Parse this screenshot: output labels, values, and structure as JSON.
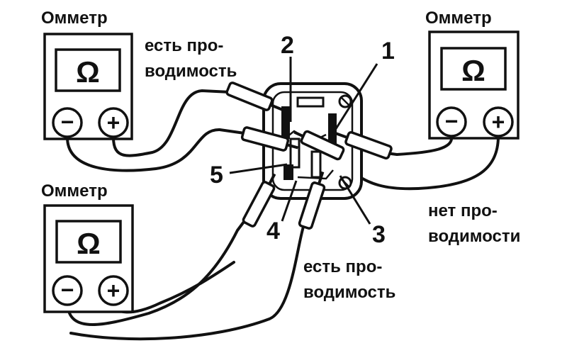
{
  "meters": [
    {
      "title": "Омметр",
      "symbol": "Ω",
      "minus": "−",
      "plus": "+"
    },
    {
      "title": "Омметр",
      "symbol": "Ω",
      "minus": "−",
      "plus": "+"
    },
    {
      "title": "Омметр",
      "symbol": "Ω",
      "minus": "−",
      "plus": "+"
    }
  ],
  "callouts": {
    "top_left_line1": "есть про-",
    "top_left_line2": "водимость",
    "right_line1": "нет про-",
    "right_line2": "водимости",
    "bottom_line1": "есть про-",
    "bottom_line2": "водимость"
  },
  "terminals": [
    "1",
    "2",
    "3",
    "4",
    "5"
  ]
}
